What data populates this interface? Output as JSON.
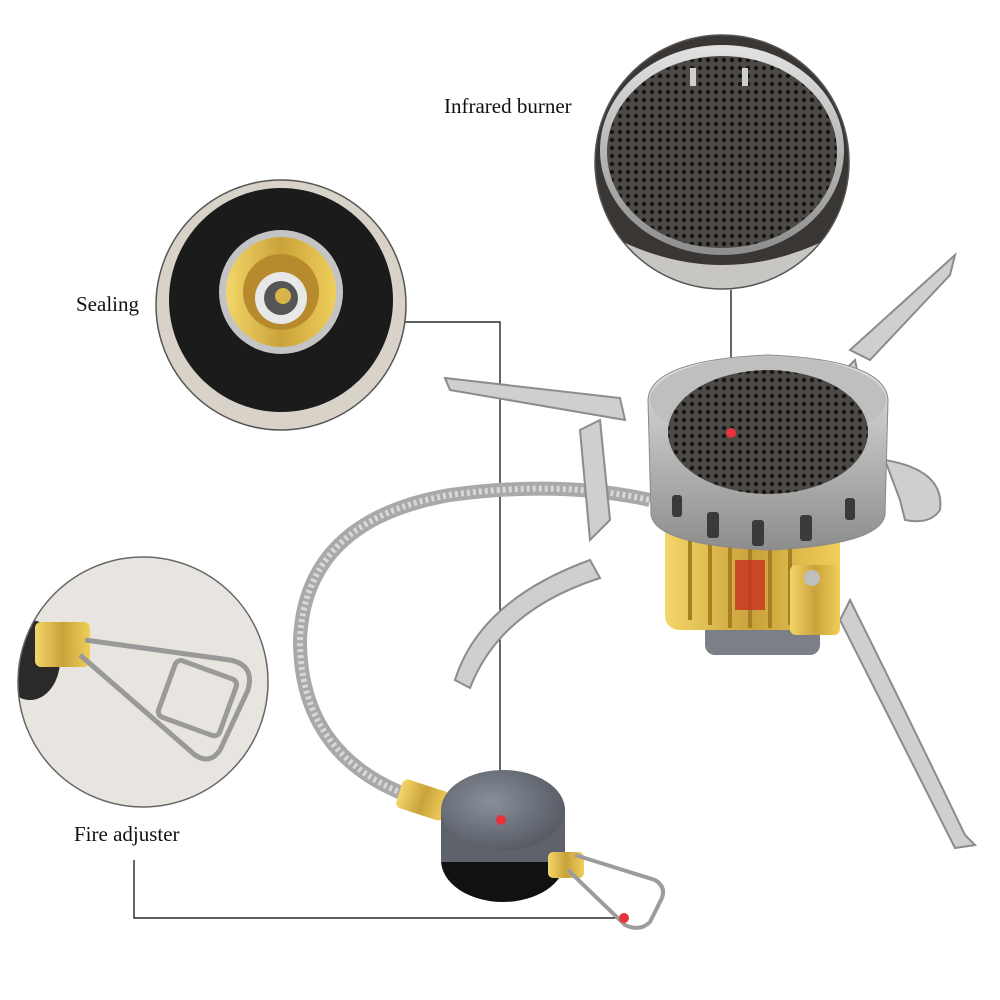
{
  "labels": {
    "infrared": "Infrared burner",
    "sealing": "Sealing",
    "fire": "Fire adjuster"
  },
  "colors": {
    "marker": "#e8323c",
    "leader_line": "#000000",
    "brass": "#c9a23a",
    "steel": "#b9b9b9",
    "knob": "#6f7580"
  }
}
